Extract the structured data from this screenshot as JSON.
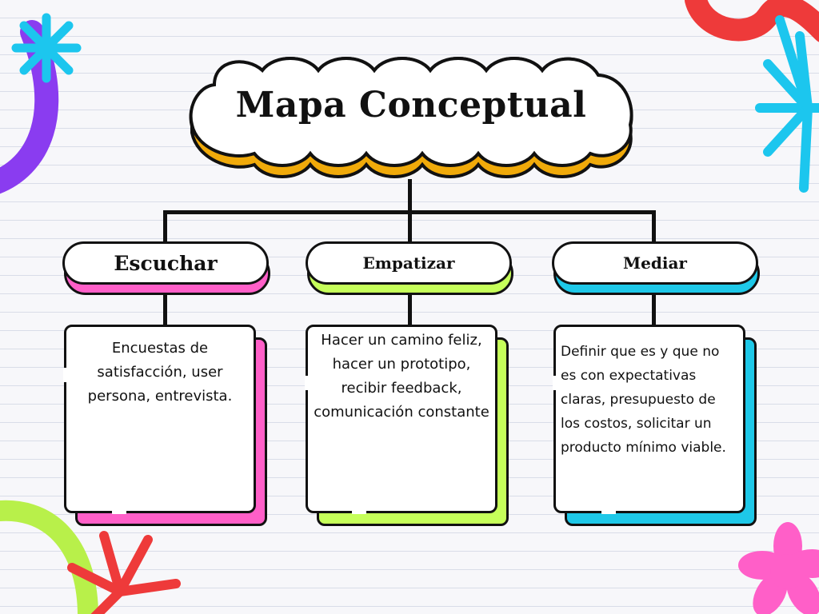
{
  "title": "Mapa Conceptual",
  "branches": [
    {
      "label": "Escuchar",
      "accent": "#ff5fc8",
      "text": "Encuestas de satisfacción, user persona, entrevista."
    },
    {
      "label": "Empatizar",
      "accent": "#c6ff5a",
      "text": "Hacer un camino feliz, hacer un prototipo, recibir feedback, comunicación constante"
    },
    {
      "label": "Mediar",
      "accent": "#1ec8e8",
      "text": "Definir que es y que no es con expectativas claras, presupuesto de los costos, solicitar un producto mínimo viable."
    }
  ],
  "colors": {
    "title_shadow": "#f0aa0a",
    "ink": "#111111"
  }
}
